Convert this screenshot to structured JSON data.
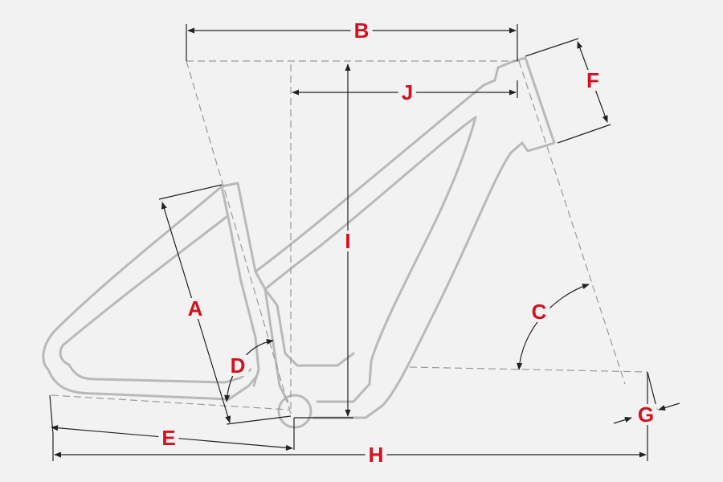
{
  "accent_color": "#d4101f",
  "labels": {
    "a": "A",
    "b": "B",
    "c": "C",
    "d": "D",
    "e": "E",
    "f": "F",
    "g": "G",
    "h": "H",
    "i": "I",
    "j": "J"
  }
}
